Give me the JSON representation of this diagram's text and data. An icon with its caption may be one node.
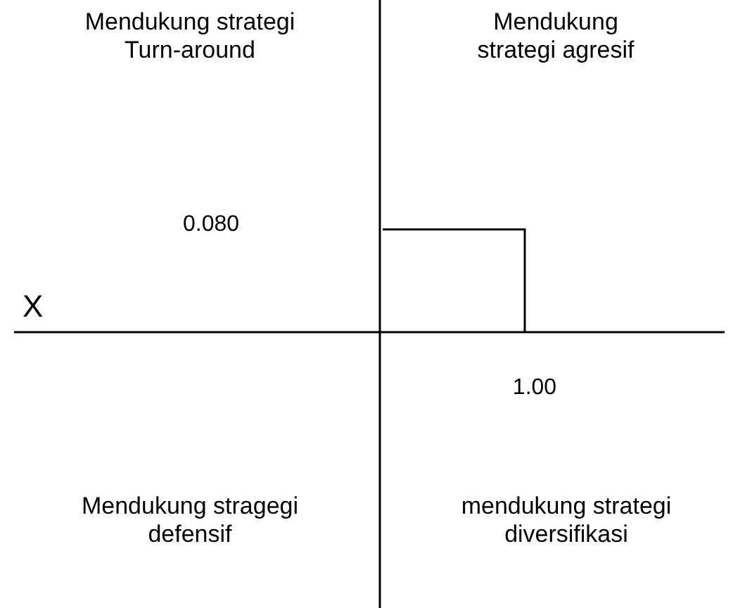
{
  "diagram": {
    "labels": [
      "Mendukung strategi Turn-around",
      "Mendukung strategi agresif",
      "0.080",
      "X",
      "1.00",
      "Mendukung stragegi defensif",
      "mendukung strategi diversifikasi"
    ]
  }
}
